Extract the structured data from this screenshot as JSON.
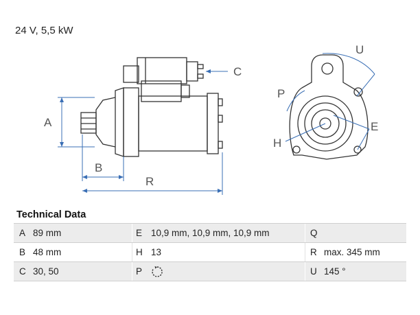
{
  "headline": "24 V, 5,5 kW",
  "diagram_labels": {
    "A": "A",
    "B": "B",
    "C": "C",
    "R": "R",
    "P": "P",
    "H": "H",
    "E": "E",
    "U": "U"
  },
  "technical_data": {
    "title": "Technical Data",
    "rows": [
      [
        {
          "key": "A",
          "value": "89 mm"
        },
        {
          "key": "E",
          "value": "10,9 mm, 10,9 mm, 10,9 mm"
        },
        {
          "key": "Q",
          "value": ""
        }
      ],
      [
        {
          "key": "B",
          "value": "48 mm"
        },
        {
          "key": "H",
          "value": "13"
        },
        {
          "key": "R",
          "value": "max. 345 mm"
        }
      ],
      [
        {
          "key": "C",
          "value": "30, 50"
        },
        {
          "key": "P",
          "value": "",
          "icon": "rotation-clockwise-icon"
        },
        {
          "key": "U",
          "value": "145 °"
        }
      ]
    ]
  }
}
